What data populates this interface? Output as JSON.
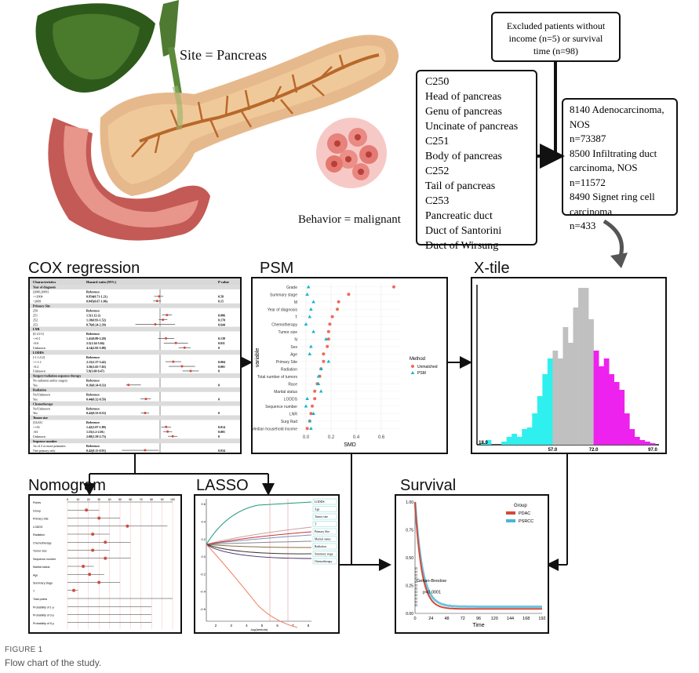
{
  "site_label": "Site = Pancreas",
  "behavior_label": "Behavior = malignant",
  "excluded_box": {
    "lines": [
      "Excluded patients without",
      "income (n=5) or survival",
      "time (n=98)"
    ]
  },
  "site_codes": [
    "C250",
    "Head of pancreas",
    "Genu of pancreas",
    "Uncinate of pancreas",
    "C251",
    "Body of pancreas",
    "C252",
    "Tail of pancreas",
    "C253",
    "Pancreatic duct",
    "Duct of Santorini",
    "Duct of Wirsung"
  ],
  "histology_codes": [
    "8140 Adenocarcinoma,",
    "NOS",
    "n=73387",
    "8500 Infiltrating duct",
    "carcinoma, NOS",
    "n=11572",
    "8490 Signet ring cell",
    "carcinoma",
    "n=433"
  ],
  "panels": {
    "cox": "COX regression",
    "psm": "PSM",
    "xtile": "X-tile",
    "nomogram": "Nomogram",
    "lasso": "LASSO",
    "survival": "Survival"
  },
  "cox_table": {
    "headers": [
      "Characteristics",
      "Hazard ratio (95%)",
      "P value"
    ],
    "rows": [
      [
        "Year of diagnosis",
        "",
        ""
      ],
      [
        "[2000,2009]",
        "Reference",
        ""
      ],
      [
        ">=2004",
        "0.954(0.71-1.21)",
        "0.58"
      ],
      [
        ">2009",
        "0.845(0.67-1.06)",
        "0.15"
      ],
      [
        "Primary Site",
        "",
        ""
      ],
      [
        "250",
        "Reference",
        ""
      ],
      [
        "251",
        "1.5(1.12-2)",
        "0.006"
      ],
      [
        "252",
        "1.18(0.93-1.52)",
        "0.170"
      ],
      [
        "253",
        "0.76(0.24-2.39)",
        "0.644"
      ],
      [
        "LNR",
        "",
        ""
      ],
      [
        "[0,1,0.5]",
        "Reference",
        ""
      ],
      [
        "<=0.1",
        "1.41(0.89-2.28)",
        "0.139"
      ],
      [
        ">0.6",
        "2.5(1.24-5.04)",
        "0.011"
      ],
      [
        "Unknown",
        "4.14(2.92-5.88)",
        "0"
      ],
      [
        "LODDS",
        "",
        ""
      ],
      [
        "[-1.1,0.2]",
        "Reference",
        ""
      ],
      [
        "<=-1.1",
        "2.15(1.37-3.42)",
        "0.004"
      ],
      [
        ">0.2",
        "3.56(1.65-7.65)",
        "0.001"
      ],
      [
        "Unknown",
        "5.9(3.68-9.47)",
        "0"
      ],
      [
        "Surgery/radiation sequence therapy",
        "",
        ""
      ],
      [
        "No radiation and/or surgery",
        "Reference",
        ""
      ],
      [
        "Yes",
        "0.16(0.14-0.33)",
        "0"
      ],
      [
        "Radiation",
        "",
        ""
      ],
      [
        "No/Unknown",
        "Reference",
        ""
      ],
      [
        "Yes",
        "0.44(0.32-0.59)",
        "0"
      ],
      [
        "Chemotherapy",
        "",
        ""
      ],
      [
        "No/Unknown",
        "Reference",
        ""
      ],
      [
        "Yes",
        "0.42(0.33-0.53)",
        "0"
      ],
      [
        "Tumor size",
        "",
        ""
      ],
      [
        "[33,63]",
        "Reference",
        ""
      ],
      [
        "<=33",
        "1.42(1.07-1.89)",
        "0.014"
      ],
      [
        ">63",
        "1.55(1.2-2.01)",
        "0.001"
      ],
      [
        "Unknown",
        "2.08(1.58-2.73)",
        "0"
      ],
      [
        "Sequence number",
        "",
        ""
      ],
      [
        "1st of 2 or more primaries",
        "Reference",
        ""
      ],
      [
        "One primary only",
        "0.42(0.11-0.93)",
        "0.034"
      ]
    ]
  },
  "psm_chart": {
    "type": "scatter",
    "ylabel": "variable",
    "xlabel": "SMD",
    "x_ticks": [
      "0.0",
      "0.2",
      "0.4",
      "0.6"
    ],
    "xlim": [
      -0.05,
      0.75
    ],
    "legend_title": "Method",
    "legend_entries": [
      "Unmatched",
      "PSM"
    ],
    "colors": {
      "unmatched": "#f0695a",
      "psm": "#14b6c8"
    },
    "variables": [
      "Grade",
      "Summary stage",
      "M",
      "Year of diagnosis",
      "T",
      "Chemotherapy",
      "Tumor size",
      "N",
      "Sex",
      "Age",
      "Primary Site",
      "Radiation",
      "Total number of tumors",
      "Race",
      "Marital status",
      "LODDS",
      "Sequence number",
      "LNR",
      "Surg Rad",
      "Median household income"
    ],
    "unmatched": [
      0.7,
      0.34,
      0.26,
      0.25,
      0.21,
      0.19,
      0.18,
      0.18,
      0.17,
      0.14,
      0.14,
      0.12,
      0.11,
      0.09,
      0.07,
      0.07,
      0.05,
      0.04,
      0.03,
      0.01
    ],
    "psm": [
      0.02,
      0.01,
      0.06,
      0.04,
      0.03,
      0.0,
      0.06,
      0.16,
      0.04,
      0.03,
      0.18,
      0.12,
      0.1,
      0.1,
      0.12,
      0.01,
      0.0,
      0.06,
      0.03,
      0.04
    ]
  },
  "xtile": {
    "type": "bar",
    "tick_labels": [
      "18.0",
      "57.0",
      "72.0",
      "97.0"
    ],
    "colors": {
      "low": "#2ff0ee",
      "mid": "#c0c0c0",
      "high": "#ee22ee"
    }
  },
  "nomogram": {
    "rows": [
      "Points",
      "Group",
      "Primary Site",
      "LODDS",
      "Radiation",
      "Chemotherapy",
      "Tumor size",
      "Sequence number",
      "Marital status",
      "Age",
      "Summary stage",
      "T",
      "Total points",
      "Probability of 1-y",
      "Probability of 3-y",
      "Probability of 5-y"
    ],
    "point_ticks": [
      "0",
      "10",
      "20",
      "30",
      "40",
      "50",
      "60",
      "70",
      "80",
      "90",
      "100"
    ]
  },
  "lasso": {
    "xlabel": "-log(lambda)",
    "x_ticks": [
      "2",
      "3",
      "4",
      "5",
      "6",
      "7",
      "8"
    ],
    "y_ticks": [
      "0.6",
      "0.4",
      "0.2",
      "0.0",
      "-0.2",
      "-0.4",
      "-0.6"
    ],
    "labels": [
      "LODDS",
      "Age",
      "Tumor size",
      "T",
      "Primary Site",
      "Marital status",
      "Radiation",
      "Summary stage",
      "Chemotherapy"
    ]
  },
  "survival": {
    "type": "line",
    "legend_title": "Group",
    "legend_entries": [
      "PDAC",
      "PSRCC"
    ],
    "colors": {
      "PDAC": "#d24a3a",
      "PSRCC": "#4ab4d8"
    },
    "xlabel": "Time",
    "x_ticks": [
      "0",
      "24",
      "48",
      "72",
      "96",
      "120",
      "144",
      "168",
      "192"
    ],
    "y_ticks": [
      "1.00",
      "0.75",
      "0.50",
      "0.25",
      "0.00"
    ],
    "xlim": [
      0,
      192
    ],
    "ylim": [
      0,
      1
    ],
    "test_label": "Gehan-Breslow",
    "p_label": "p<0.0001"
  },
  "caption": {
    "label": "FIGURE 1",
    "text": "Flow chart of the study."
  }
}
